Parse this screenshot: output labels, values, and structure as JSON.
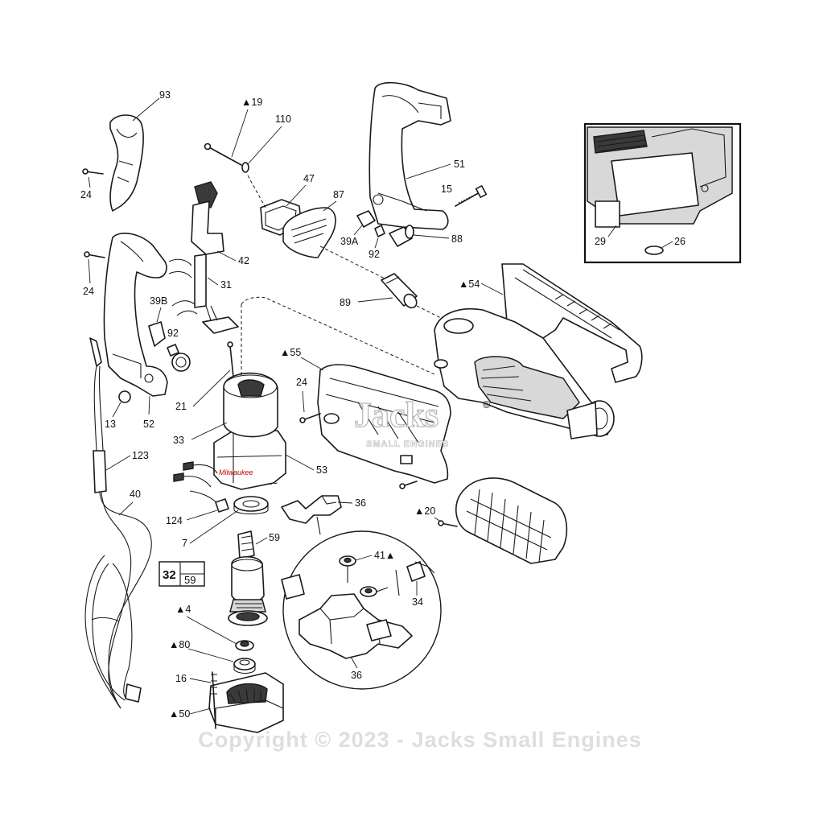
{
  "labels": {
    "p93": "93",
    "p19": "▲19",
    "p110": "110",
    "p47": "47",
    "p87": "87",
    "p51": "51",
    "p15": "15",
    "p24a": "24",
    "p24b": "24",
    "p24c": "24",
    "p42": "42",
    "p31": "31",
    "p39b": "39B",
    "p92a": "92",
    "p92b": "92",
    "p39a": "39A",
    "p88": "88",
    "p89": "89",
    "p54": "▲54",
    "p55": "▲55",
    "p21": "21",
    "p13": "13",
    "p52": "52",
    "p33": "33",
    "p53": "53",
    "p123": "123",
    "p40": "40",
    "p124": "124",
    "p36a": "36",
    "p36b": "36",
    "p20": "▲20",
    "p7": "7",
    "p59": "59",
    "p41": "41▲",
    "p34": "34",
    "p4": "▲4",
    "p80": "▲80",
    "p16": "16",
    "p50": "▲50",
    "p29": "29",
    "p26": "26"
  },
  "ref_box": {
    "main": "32",
    "sub": "59"
  },
  "watermark": {
    "text": "Copyright © 2023 - Jacks Small Engines"
  },
  "logo": {
    "main": "Jacks",
    "sub": "SMALL ENGINES",
    "mark": "©"
  },
  "brand_mark": "Milwaukee"
}
